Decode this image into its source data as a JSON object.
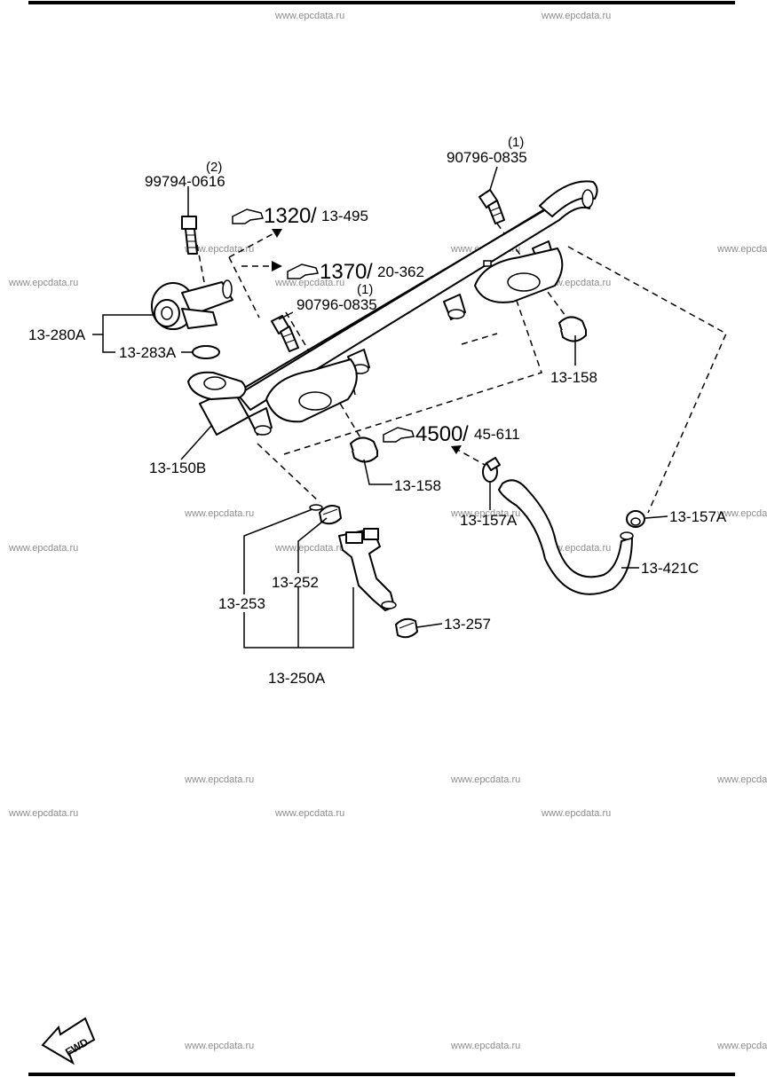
{
  "watermark": "www.epcdata.ru",
  "callouts": [
    {
      "id": "c1",
      "main": "1320",
      "sub": "13-495"
    },
    {
      "id": "c2",
      "main": "1370",
      "sub": "20-362"
    },
    {
      "id": "c3",
      "main": "4500",
      "sub": "45-611"
    }
  ],
  "parts": {
    "bolt_top_right": {
      "number": "90796-0835",
      "qty": "(1)"
    },
    "bolt_top_left": {
      "number": "99794-0616",
      "qty": "(2)"
    },
    "bolt_mid": {
      "number": "90796-0835",
      "qty": "(1)"
    },
    "pressure_regulator": "13-280A",
    "o_ring": "13-283A",
    "fuel_rail": "13-150B",
    "insulator_right": "13-158",
    "insulator_mid": "13-158",
    "clamp_mid": "13-157A",
    "clamp_right": "13-157A",
    "hose": "13-421C",
    "injector_seal": "13-252",
    "injector_oring": "13-253",
    "injector": "13-250A",
    "injector_insulator": "13-257"
  },
  "fwd_label": "FWD"
}
